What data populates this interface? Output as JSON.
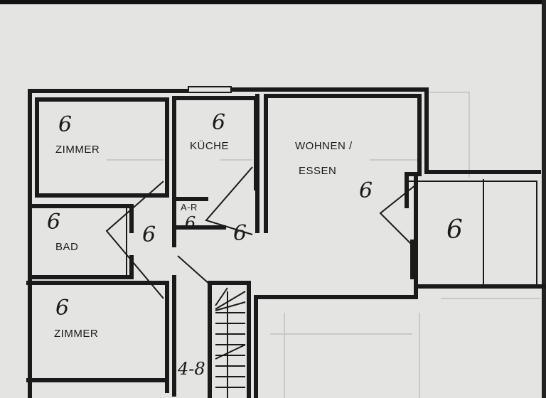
{
  "rooms": {
    "zimmer_top": {
      "label": "ZIMMER",
      "mark": "6"
    },
    "kueche": {
      "label": "KÜCHE",
      "mark": "6"
    },
    "wohnen": {
      "label_line1": "WOHNEN /",
      "label_line2": "ESSEN",
      "mark": "6"
    },
    "abstellraum": {
      "label": "A-R",
      "mark": "6"
    },
    "flur": {
      "mark": "6"
    },
    "flur_kitchen": {
      "mark": "6"
    },
    "bad": {
      "label": "BAD",
      "mark": "6"
    },
    "zimmer_bottom": {
      "label": "ZIMMER",
      "mark": "6"
    },
    "balkon": {
      "mark": "6"
    },
    "treppe": {
      "mark": "4-8"
    }
  }
}
